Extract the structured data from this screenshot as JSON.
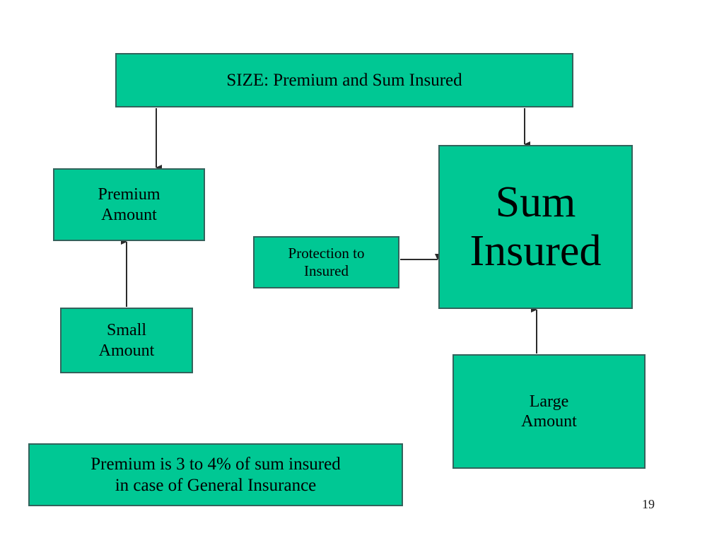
{
  "slide": {
    "page_number": "19",
    "background_color": "#ffffff",
    "box_fill_color": "#00c894",
    "box_border_color": "#33635c",
    "text_color": "#000000",
    "connector_color": "#2b2b2b"
  },
  "nodes": {
    "title": {
      "label": "SIZE: Premium and Sum Insured"
    },
    "premium_amount": {
      "label": "Premium\nAmount",
      "line1": "Premium",
      "line2": "Amount"
    },
    "small_amount": {
      "label": "Small\nAmount",
      "line1": "Small",
      "line2": "Amount"
    },
    "protection": {
      "label": "Protection to\nInsured",
      "line1": "Protection to",
      "line2": "Insured"
    },
    "sum_insured": {
      "label": "Sum\nInsured",
      "line1": "Sum",
      "line2": "Insured"
    },
    "large_amount": {
      "label": "Large\nAmount",
      "line1": "Large",
      "line2": "Amount"
    },
    "footnote": {
      "label": "Premium is 3 to 4% of sum insured\nin case of General Insurance",
      "line1": "Premium is 3 to 4% of sum insured",
      "line2": "in case of General Insurance"
    }
  },
  "connectors": [
    {
      "name": "title-to-premium-amount",
      "from": "title",
      "to": "premium_amount",
      "direction": "down"
    },
    {
      "name": "title-to-sum-insured",
      "from": "title",
      "to": "sum_insured",
      "direction": "down"
    },
    {
      "name": "small-amount-to-premium-amount",
      "from": "small_amount",
      "to": "premium_amount",
      "direction": "up"
    },
    {
      "name": "protection-to-sum-insured",
      "from": "protection",
      "to": "sum_insured",
      "direction": "right"
    },
    {
      "name": "large-amount-to-sum-insured",
      "from": "large_amount",
      "to": "sum_insured",
      "direction": "up"
    }
  ]
}
